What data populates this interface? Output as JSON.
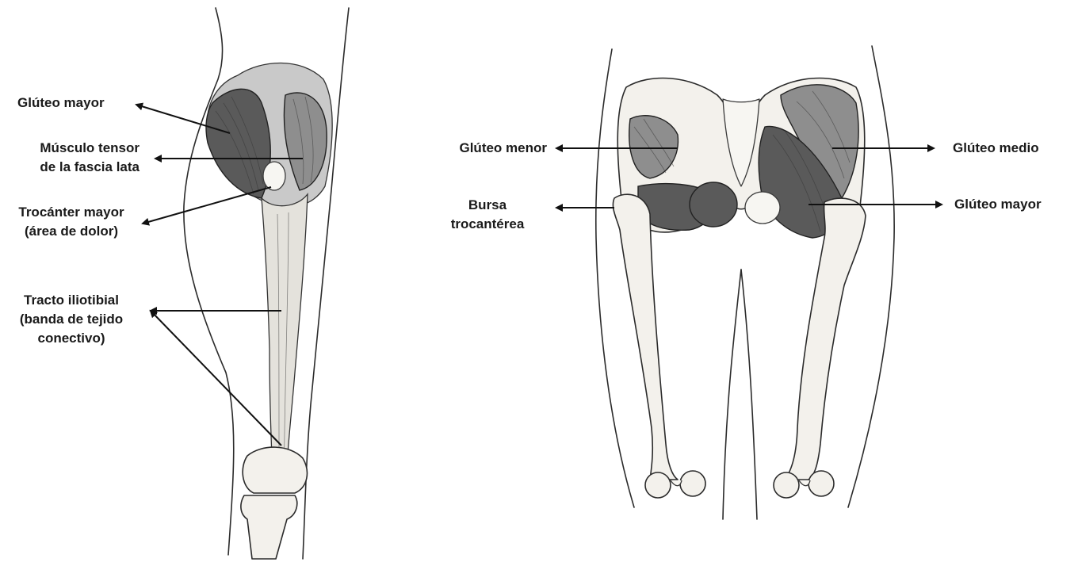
{
  "labels_left": {
    "gluteo_mayor": "Glúteo mayor",
    "tensor_line1": "Músculo tensor",
    "tensor_line2": "de la fascia lata",
    "trocanter_line1": "Trocánter mayor",
    "trocanter_line2": "(área de dolor)",
    "tracto_line1": "Tracto iliotibial",
    "tracto_line2": "(banda de tejido",
    "tracto_line3": "conectivo)"
  },
  "labels_right": {
    "gluteo_menor": "Glúteo menor",
    "bursa_line1": "Bursa",
    "bursa_line2": "trocantérea",
    "gluteo_medio": "Glúteo medio",
    "gluteo_mayor": "Glúteo mayor"
  },
  "colors": {
    "ink": "#1a1a1a",
    "bone": "#f3f1ec",
    "muscle_dark": "#5a5a5a",
    "muscle_mid": "#8e8e8e",
    "background": "#ffffff"
  }
}
